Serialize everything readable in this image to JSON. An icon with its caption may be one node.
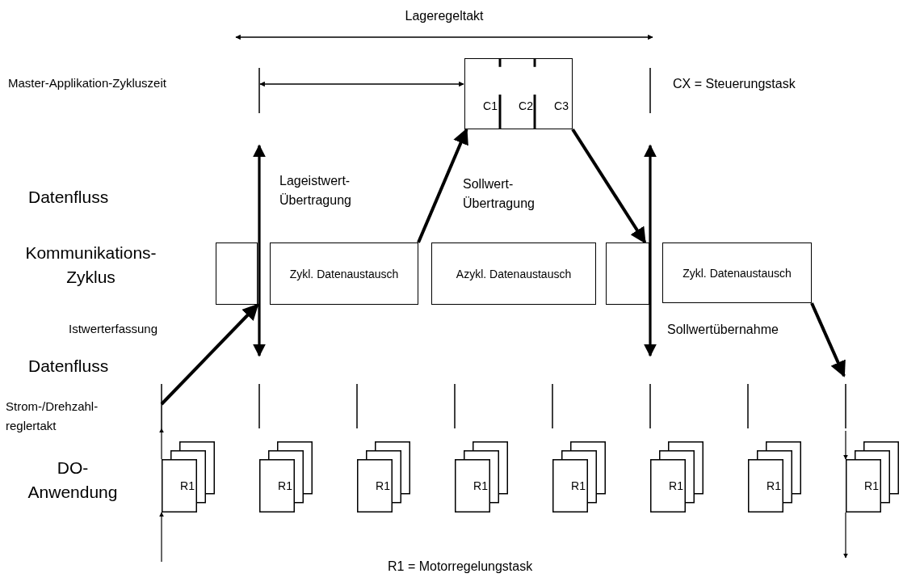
{
  "diagram": {
    "nodes": [
      {
        "text": [
          "C1",
          "C2",
          "C3"
        ]
      },
      {
        "text": [],
        "shape": "box"
      },
      {
        "text": [
          "Zykl. Datenaustausch"
        ]
      },
      {
        "text": [
          "Azykl. Datenaustausch"
        ]
      },
      {
        "text": [],
        "shape": "box"
      },
      {
        "text": [
          "Zykl. Datenaustausch"
        ]
      },
      {
        "text": [
          "R1"
        ]
      },
      {
        "text": [
          "R1"
        ]
      },
      {
        "text": [
          "R1"
        ]
      },
      {
        "text": [
          "R1"
        ]
      },
      {
        "text": [
          "R1"
        ]
      },
      {
        "text": [
          "R1"
        ]
      },
      {
        "text": [
          "R1"
        ]
      },
      {
        "text": [
          "R1"
        ]
      }
    ],
    "edges": [
      {
        "from": 2,
        "to": 0,
        "arrow": "to",
        "style": "thick"
      },
      {
        "from": 0,
        "to": 4,
        "arrow": "to",
        "style": "thick"
      },
      {
        "from": null,
        "to": 1,
        "arrow": "to",
        "style": "thick"
      },
      {
        "from": 5,
        "to": null,
        "arrow": "to",
        "style": "thick"
      },
      {
        "from": null,
        "to": 6,
        "arrow": "to"
      },
      {
        "from": 6,
        "to": null,
        "arrow": "to"
      },
      {
        "from": null,
        "to": 13,
        "arrow": "to"
      },
      {
        "from": 13,
        "to": null,
        "arrow": "to"
      }
    ],
    "labels": [
      "Lageregeltakt",
      "Master-Applikation-Zykluszeit",
      "CX = Steuerungstask",
      "Datenfluss",
      "Lageistwert- Übertragung",
      "Sollwert- Übertragung",
      "Kommunikations- Zyklus",
      "Istwerterfassung",
      "Sollwertübernahme",
      "Datenfluss",
      "Strom-/Drehzahl- reglertakt",
      "DO- Anwendung",
      "R1 = Motorregelungstask"
    ]
  }
}
